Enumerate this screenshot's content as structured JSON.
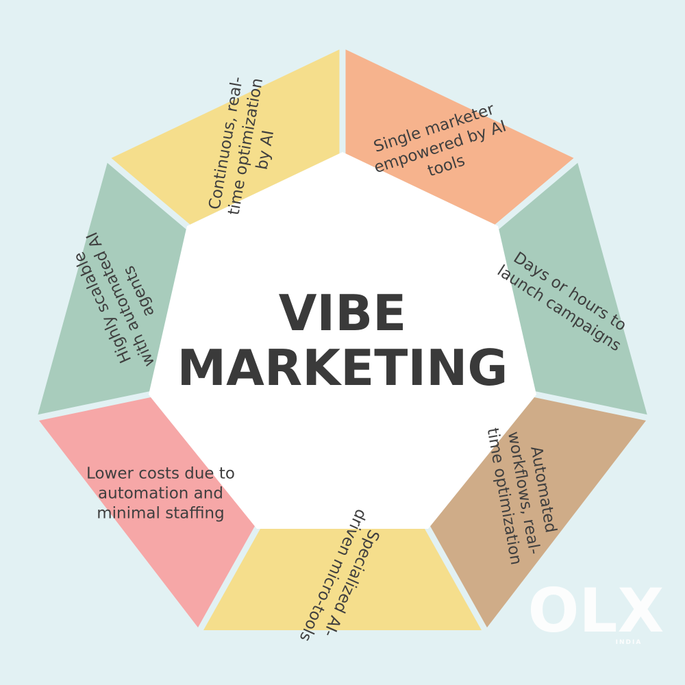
{
  "title": {
    "line1": "VIBE",
    "line2": "MARKETING"
  },
  "segments": [
    {
      "lines": [
        "Single marketer",
        "empowered by AI",
        "tools"
      ],
      "color": "#f6b38d"
    },
    {
      "lines": [
        "Days or hours to",
        "launch campaigns"
      ],
      "color": "#a8ccbc"
    },
    {
      "lines": [
        "Automated",
        "workflows, real-",
        "time optimization"
      ],
      "color": "#cfac88"
    },
    {
      "lines": [
        "Specialized AI-",
        "driven micro-tools"
      ],
      "color": "#f5de8c"
    },
    {
      "lines": [
        "Lower costs due to",
        "automation and",
        "minimal staffing"
      ],
      "color": "#f6a7a7"
    },
    {
      "lines": [
        "Highly scalable",
        "with automated AI",
        "agents"
      ],
      "color": "#a8ccbc"
    },
    {
      "lines": [
        "Continuous, real-",
        "time optimization",
        "by AI"
      ],
      "color": "#f5de8c"
    }
  ],
  "colors": {
    "background": "#e2f1f3",
    "center": "#ffffff",
    "text": "#3f3f3f",
    "title": "#3a3a3a"
  },
  "watermark": {
    "logo": "OLX",
    "sub": "INDIA"
  }
}
